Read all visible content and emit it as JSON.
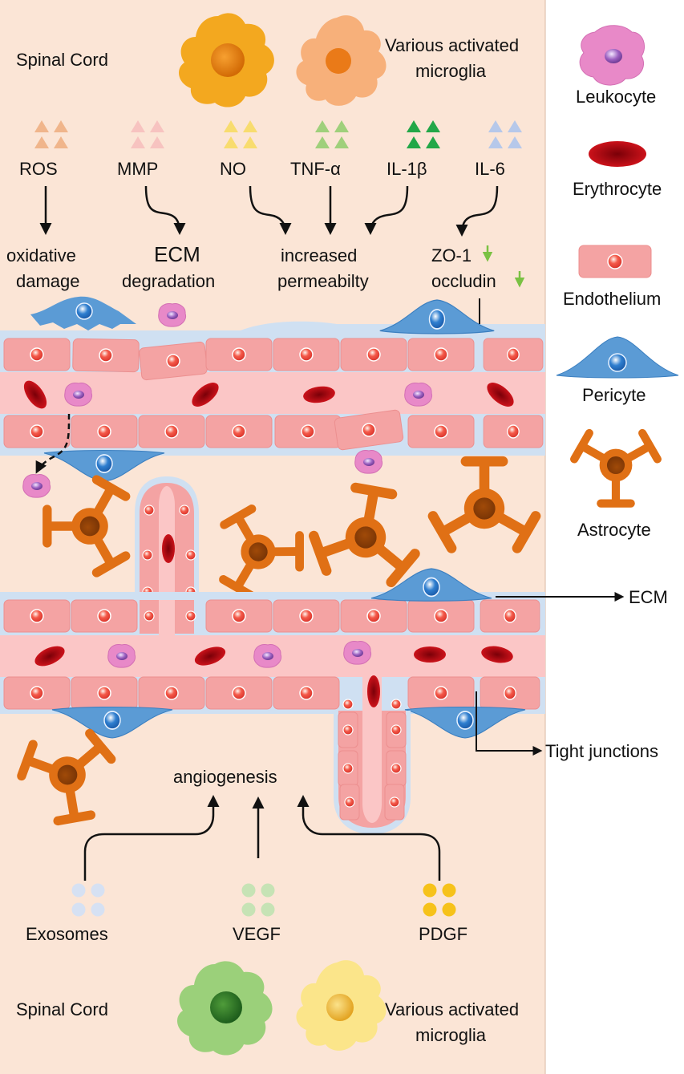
{
  "top": {
    "spinal_cord": "Spinal Cord",
    "microglia_line1": "Various activated",
    "microglia_line2": "microglia"
  },
  "factors": [
    {
      "label": "ROS",
      "color": "#f0b58b"
    },
    {
      "label": "MMP",
      "color": "#f7c3c0"
    },
    {
      "label": "NO",
      "color": "#f8dc6e"
    },
    {
      "label": "TNF-α",
      "color": "#9fd07b"
    },
    {
      "label": "IL-1β",
      "color": "#22a748"
    },
    {
      "label": "IL-6",
      "color": "#b6c8ea"
    }
  ],
  "effects": {
    "oxidative_1": "oxidative",
    "oxidative_2": "damage",
    "ecm": "ECM",
    "degradation": "degradation",
    "increased": "increased",
    "permeability": "permeabilty",
    "zo1": "ZO-1",
    "occludin": "occludin",
    "down_arrow_color": "#7ac143"
  },
  "legend": {
    "leukocyte": "Leukocyte",
    "erythrocyte": "Erythrocyte",
    "endothelium": "Endothelium",
    "pericyte": "Pericyte",
    "astrocyte": "Astrocyte"
  },
  "labels": {
    "ecm": "ECM",
    "tight_junctions": "Tight junctions",
    "angiogenesis": "angiogenesis"
  },
  "bottom_factors": [
    {
      "label": "Exosomes",
      "color": "#d6e1f3"
    },
    {
      "label": "VEGF",
      "color": "#c6e3b5"
    },
    {
      "label": "PDGF",
      "color": "#f6c21a"
    }
  ],
  "bottom": {
    "spinal_cord": "Spinal Cord",
    "microglia_line1": "Various activated",
    "microglia_line2": "microglia"
  },
  "colors": {
    "tissue": "#fbe5d6",
    "endothelium": "#f4a3a3",
    "lumen": "#fbc6c6",
    "erythrocyte": "#c8101a",
    "leukocyte": "#e889c8",
    "pericyte": "#5b9bd5",
    "astrocyte": "#e07015",
    "microglia_top": "#f3a81f",
    "microglia_bottom_green": "#9bd07a",
    "microglia_bottom_yellow": "#fbe58a"
  }
}
